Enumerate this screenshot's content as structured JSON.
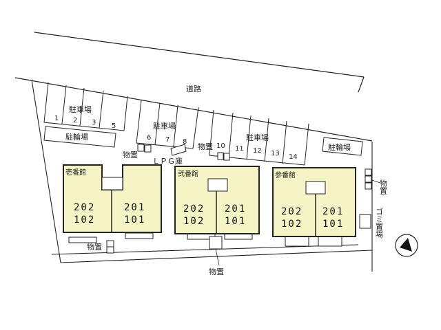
{
  "road_label": "道路",
  "parking_areas": [
    {
      "label": "駐車場",
      "spaces": [
        "1",
        "2",
        "3",
        "5"
      ]
    },
    {
      "label": "駐車場",
      "spaces": [
        "6",
        "7",
        "8"
      ]
    },
    {
      "label": "駐車場",
      "spaces": [
        "10",
        "11",
        "12",
        "13",
        "14"
      ]
    }
  ],
  "bike_parking": [
    "駐輪場",
    "駐輪場"
  ],
  "storage_label": "物置",
  "lpg_label": "ＬＰＧ庫",
  "garbage_label": "ゴミ置場",
  "buildings": [
    {
      "name": "壱番館",
      "left_rooms": [
        "202",
        "102"
      ],
      "right_rooms": [
        "201",
        "101"
      ]
    },
    {
      "name": "弐番館",
      "left_rooms": [
        "202",
        "102"
      ],
      "right_rooms": [
        "201",
        "101"
      ]
    },
    {
      "name": "参番館",
      "left_rooms": [
        "202",
        "102"
      ],
      "right_rooms": [
        "201",
        "101"
      ]
    }
  ],
  "colors": {
    "building_fill": "#f4f4c4",
    "outline": "#222222",
    "background": "#ffffff"
  },
  "compass": "north-arrow-icon"
}
